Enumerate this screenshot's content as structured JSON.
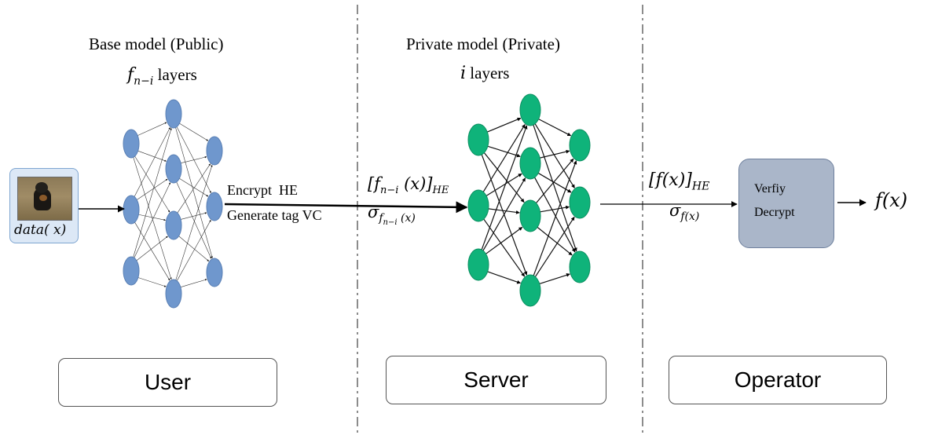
{
  "columns": {
    "base": {
      "title": "Base model (Public)",
      "sub_sym": "f",
      "sub_idx": "n−i",
      "sub_tail": " layers"
    },
    "private": {
      "title": "Private model (Private)",
      "sub_sym": "i",
      "sub_tail": " layers"
    }
  },
  "input": {
    "label": "data( x)"
  },
  "edge_user_server": {
    "line1": "Encrypt  HE",
    "line2": "Generate tag VC",
    "formula1": "[f",
    "formula1_idx": "n−i",
    "formula1_tail": " (x)]",
    "formula1_sub": "HE",
    "formula2": "σ",
    "formula2_idx": "f",
    "formula2_idx2": "n−i",
    "formula2_tail": " (x)"
  },
  "edge_server_operator": {
    "formula1": "[f(x)]",
    "formula1_sub": "HE",
    "formula2": "σ",
    "formula2_idx": "f(x)"
  },
  "operator_box": {
    "line1": "Verfiy",
    "line2": "Decrypt"
  },
  "output": {
    "label": "f(x)"
  },
  "roles": {
    "user": "User",
    "server": "Server",
    "operator": "Operator"
  },
  "colors": {
    "blue_node": "#6f97cd",
    "green_node": "#0fb37a",
    "divider": "#8c8c8c"
  }
}
